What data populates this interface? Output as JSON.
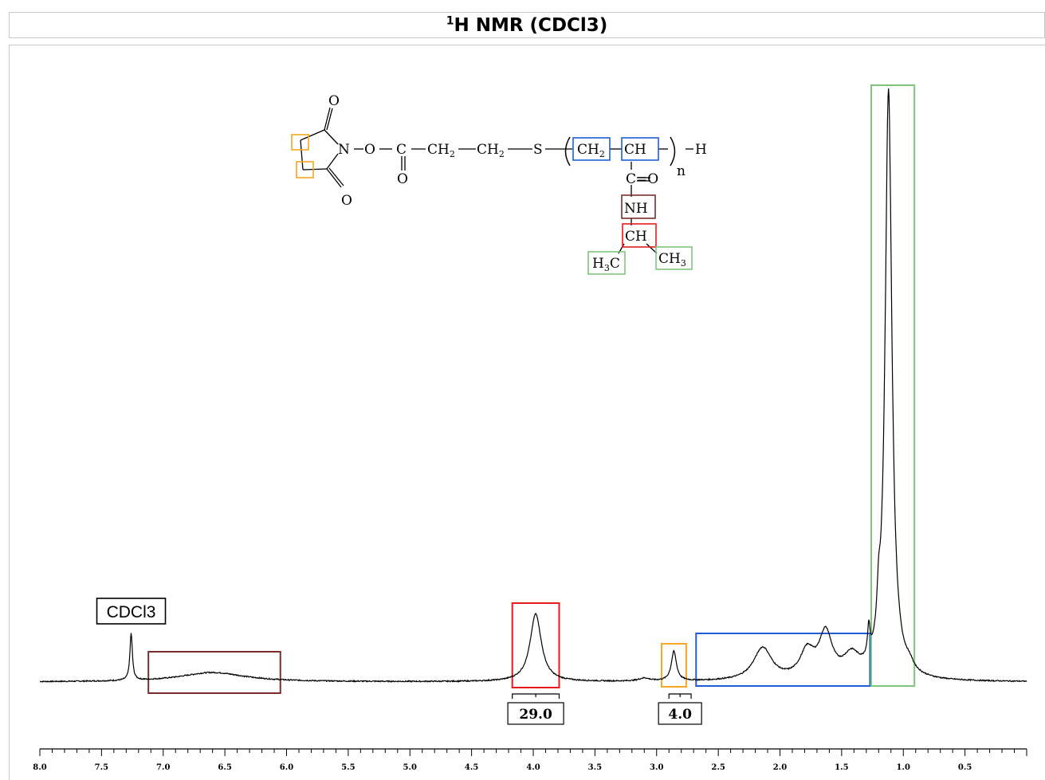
{
  "title": {
    "superscript": "1",
    "text": "H NMR (CDCl3)"
  },
  "structure": {
    "atoms": {
      "O": "O",
      "N": "N",
      "C": "C",
      "CH2": "CH",
      "sub2": "2",
      "S": "S",
      "H": "H",
      "n": "n",
      "CO": "C=O",
      "NH": "NH",
      "CH": "CH",
      "H3C_a": "H",
      "H3C_sub": "3",
      "H3C_b": "C",
      "CH3_a": "CH",
      "CH3_sub": "3"
    }
  },
  "colors": {
    "nh_brown": "#7a2e2e",
    "ch_red": "#e41a1c",
    "ring_orange": "#f5a623",
    "backbone_blue": "#1f5fd6",
    "methyl_green": "#7fc47f",
    "trace": "#000000"
  },
  "chart_data": {
    "type": "line",
    "title": "1H NMR (CDCl3)",
    "xlabel": "",
    "ylabel": "",
    "x_reversed": true,
    "xlim": [
      8.0,
      0.0
    ],
    "x_ticks": [
      "8.0",
      "7.5",
      "7.0",
      "6.5",
      "6.0",
      "5.5",
      "5.0",
      "4.5",
      "4.0",
      "3.5",
      "3.0",
      "2.5",
      "2.0",
      "1.5",
      "1.0",
      "0.5"
    ],
    "baseline_noise": true,
    "peaks": [
      {
        "ppm": 7.26,
        "height": 0.08,
        "width": 0.012,
        "label": "CDCl3"
      },
      {
        "ppm": 6.6,
        "height": 0.016,
        "width": 0.32
      },
      {
        "ppm": 3.98,
        "height": 0.115,
        "width": 0.055
      },
      {
        "ppm": 2.86,
        "height": 0.05,
        "width": 0.025
      },
      {
        "ppm": 3.1,
        "height": 0.005,
        "width": 0.05
      },
      {
        "ppm": 2.14,
        "height": 0.055,
        "width": 0.09
      },
      {
        "ppm": 1.78,
        "height": 0.045,
        "width": 0.07
      },
      {
        "ppm": 1.63,
        "height": 0.075,
        "width": 0.065
      },
      {
        "ppm": 1.42,
        "height": 0.035,
        "width": 0.08
      },
      {
        "ppm": 1.12,
        "height": 1.0,
        "width": 0.033
      },
      {
        "ppm": 1.2,
        "height": 0.06,
        "width": 0.015
      },
      {
        "ppm": 1.28,
        "height": 0.05,
        "width": 0.012
      },
      {
        "ppm": 0.95,
        "height": 0.012,
        "width": 0.04
      }
    ],
    "annotations": [
      {
        "kind": "label",
        "text": "CDCl3",
        "ppm": 7.26
      },
      {
        "kind": "region",
        "from": 7.12,
        "to": 6.05,
        "color": "brown",
        "assign": "NH"
      },
      {
        "kind": "region",
        "from": 4.17,
        "to": 3.79,
        "color": "red",
        "assign": "CH"
      },
      {
        "kind": "region",
        "from": 2.96,
        "to": 2.76,
        "color": "orange",
        "assign": "ring CH2"
      },
      {
        "kind": "region",
        "from": 2.68,
        "to": 1.27,
        "color": "blue",
        "assign": "backbone CH2/CH"
      },
      {
        "kind": "region",
        "from": 1.26,
        "to": 0.91,
        "color": "green",
        "assign": "CH3"
      }
    ],
    "integrals": [
      {
        "from": 4.17,
        "to": 3.79,
        "value": "29.0"
      },
      {
        "from": 2.9,
        "to": 2.72,
        "value": "4.0"
      }
    ]
  }
}
